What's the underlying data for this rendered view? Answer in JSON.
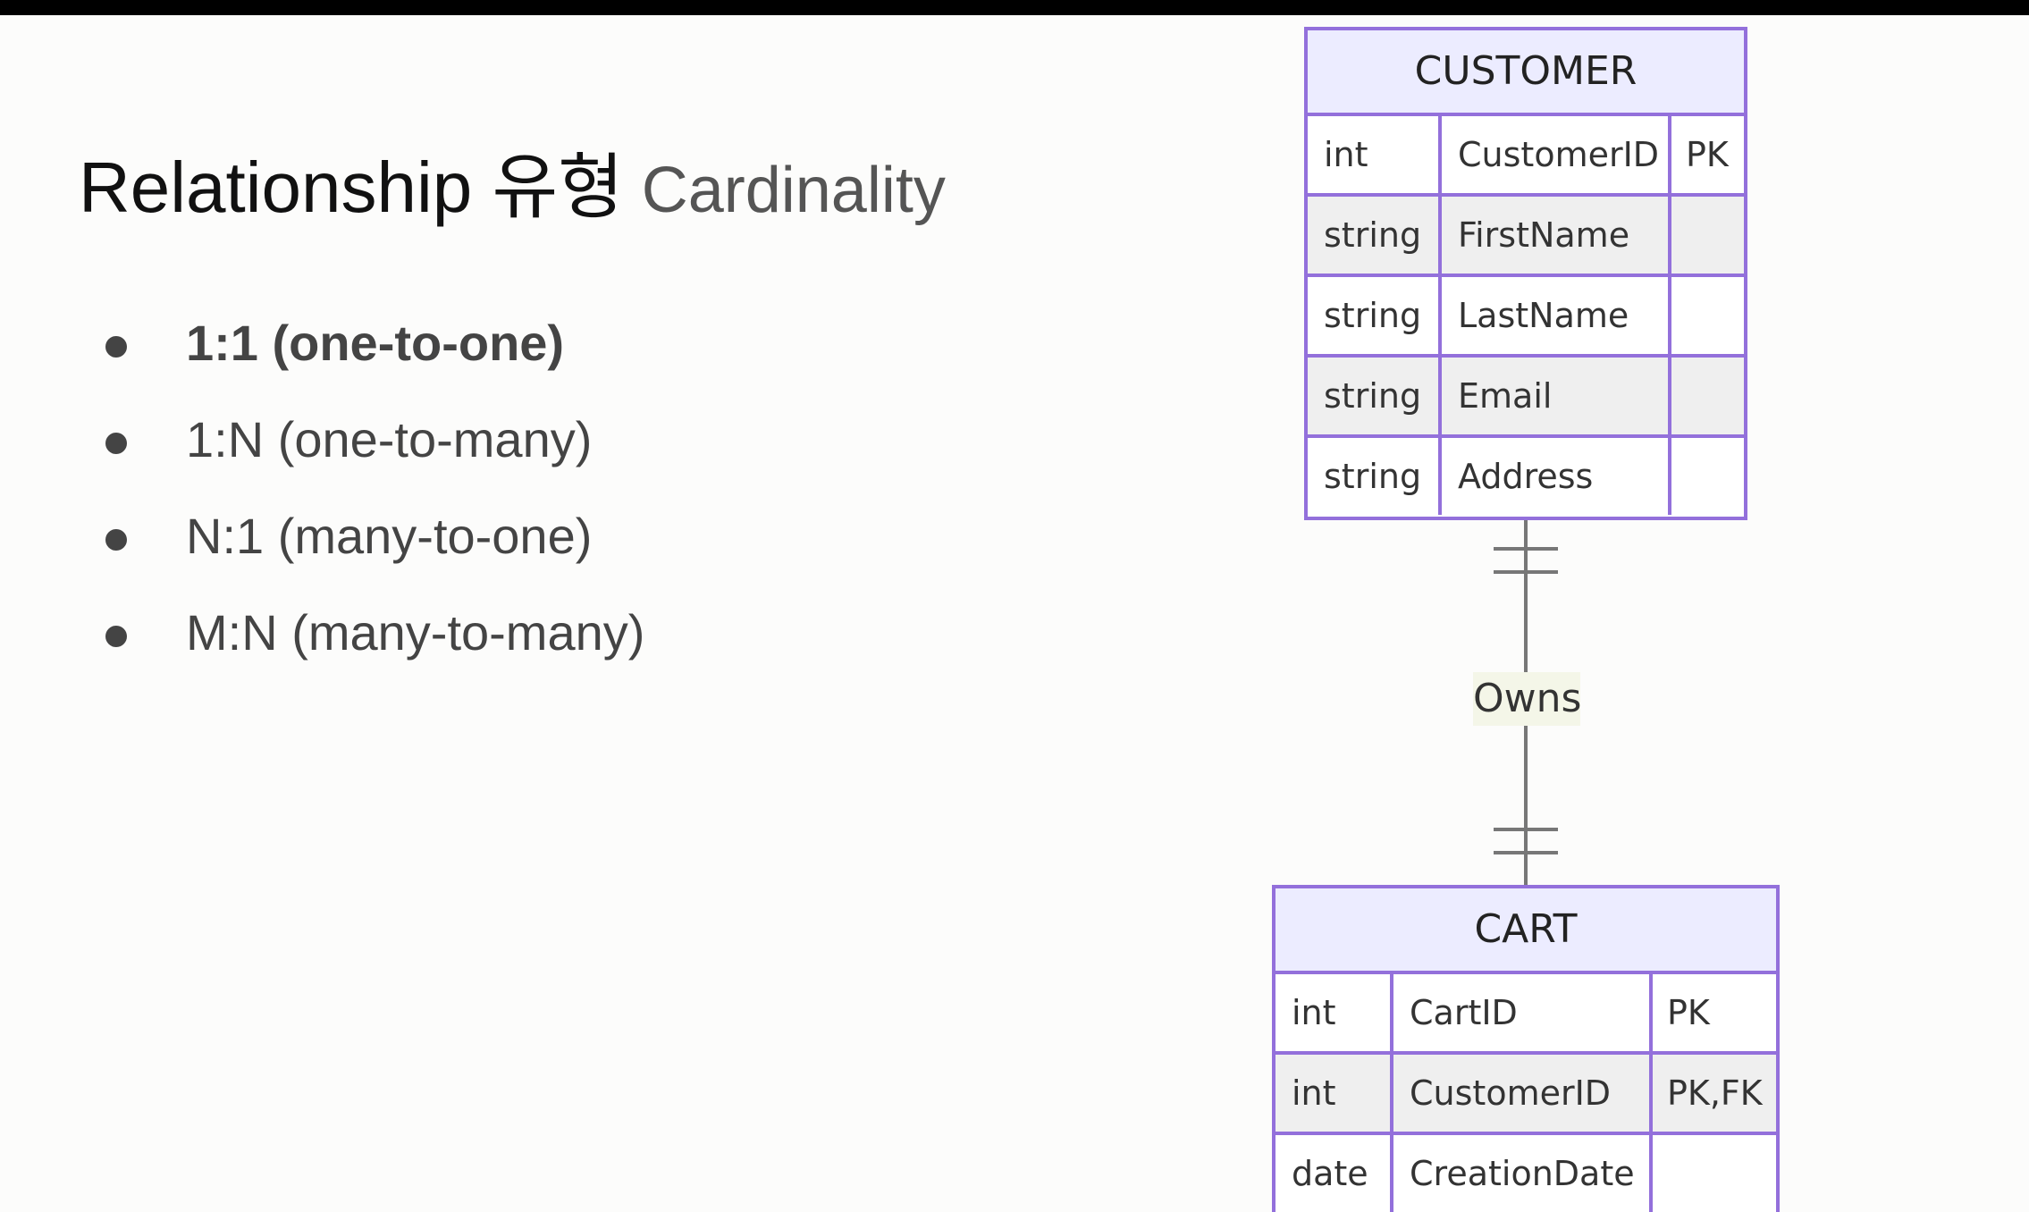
{
  "slide": {
    "title_main": "Relationship 유형",
    "title_sub": "Cardinality",
    "bullets": [
      "1:1 (one-to-one)",
      "1:N (one-to-many)",
      "N:1 (many-to-one)",
      "M:N (many-to-many)"
    ]
  },
  "diagram": {
    "entities": [
      {
        "name": "CUSTOMER",
        "attributes": [
          {
            "type": "int",
            "name": "CustomerID",
            "key": "PK"
          },
          {
            "type": "string",
            "name": "FirstName",
            "key": ""
          },
          {
            "type": "string",
            "name": "LastName",
            "key": ""
          },
          {
            "type": "string",
            "name": "Email",
            "key": ""
          },
          {
            "type": "string",
            "name": "Address",
            "key": ""
          }
        ]
      },
      {
        "name": "CART",
        "attributes": [
          {
            "type": "int",
            "name": "CartID",
            "key": "PK"
          },
          {
            "type": "int",
            "name": "CustomerID",
            "key": "PK,FK"
          },
          {
            "type": "date",
            "name": "CreationDate",
            "key": ""
          }
        ]
      }
    ],
    "relationship": {
      "label": "Owns",
      "cardinality": "one-and-only-one to one-and-only-one"
    },
    "colors": {
      "entity_border": "#9370db",
      "entity_header_bg": "#ececff",
      "even_row_bg": "#efefef",
      "relation_line": "#777777",
      "label_bg": "#f4f6e8"
    }
  }
}
